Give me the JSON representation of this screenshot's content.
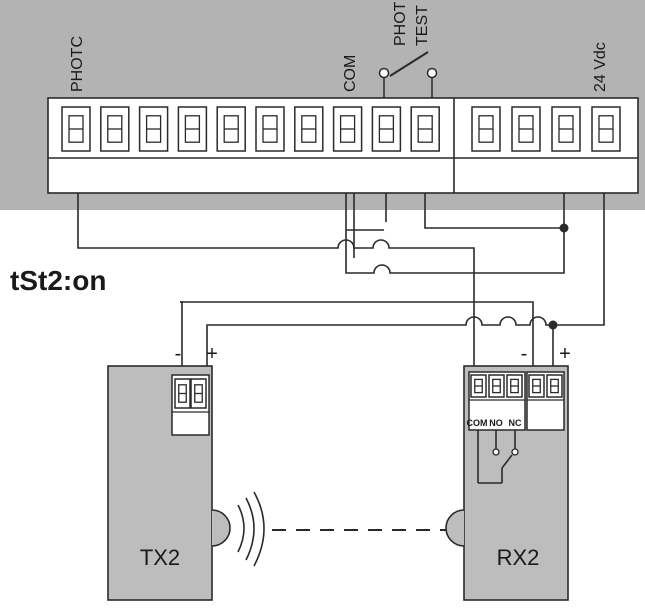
{
  "board": {
    "labels": {
      "photc": "PHOTC",
      "com": "COM",
      "phot_test_1": "PHOT",
      "phot_test_2": "TEST",
      "vdc": "24 Vdc"
    }
  },
  "display_code": "tSt2:on",
  "tx": {
    "name": "TX2",
    "minus": "-",
    "plus": "+"
  },
  "rx": {
    "name": "RX2",
    "minus": "-",
    "plus": "+",
    "contacts": [
      "COM",
      "NO",
      "NC"
    ]
  },
  "colors": {
    "board_bg": "#b3b3b3",
    "device_bg": "#bdbdbd",
    "line": "#2a2a2a"
  }
}
